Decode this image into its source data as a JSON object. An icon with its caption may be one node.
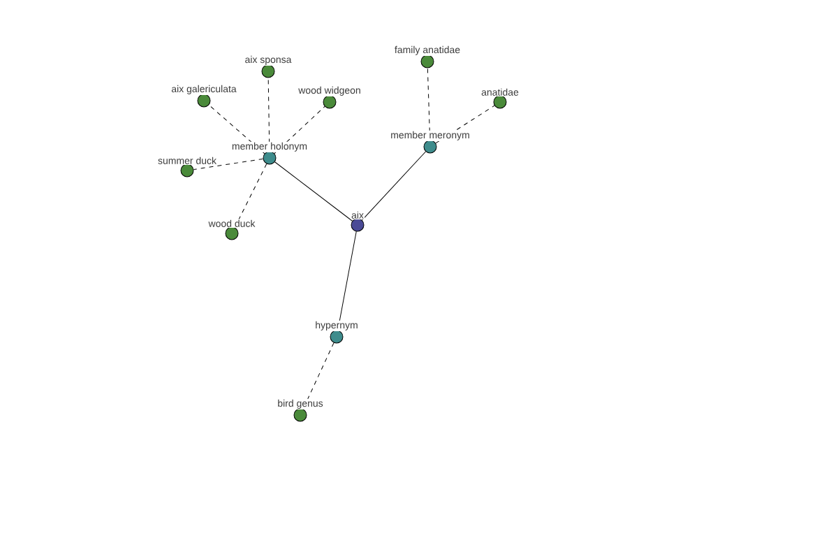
{
  "diagram": {
    "nodes": [
      {
        "text": [
          "aix"
        ]
      },
      {
        "text": [
          "member holonym"
        ]
      },
      {
        "text": [
          "member meronym"
        ]
      },
      {
        "text": [
          "hypernym"
        ]
      },
      {
        "text": [
          "aix sponsa"
        ]
      },
      {
        "text": [
          "aix galericulata"
        ]
      },
      {
        "text": [
          "wood widgeon"
        ]
      },
      {
        "text": [
          "summer duck"
        ]
      },
      {
        "text": [
          "wood duck"
        ]
      },
      {
        "text": [
          "family anatidae"
        ]
      },
      {
        "text": [
          "anatidae"
        ]
      },
      {
        "text": [
          "bird genus"
        ]
      }
    ],
    "edges": [
      {
        "from": 0,
        "to": 1,
        "arrow": "none"
      },
      {
        "from": 0,
        "to": 2,
        "arrow": "none"
      },
      {
        "from": 0,
        "to": 3,
        "arrow": "none"
      },
      {
        "from": 1,
        "to": 4,
        "arrow": "none",
        "style": "dashed"
      },
      {
        "from": 1,
        "to": 5,
        "arrow": "none",
        "style": "dashed"
      },
      {
        "from": 1,
        "to": 6,
        "arrow": "none",
        "style": "dashed"
      },
      {
        "from": 1,
        "to": 7,
        "arrow": "none",
        "style": "dashed"
      },
      {
        "from": 1,
        "to": 8,
        "arrow": "none",
        "style": "dashed"
      },
      {
        "from": 2,
        "to": 9,
        "arrow": "none",
        "style": "dashed"
      },
      {
        "from": 2,
        "to": 10,
        "arrow": "none",
        "style": "dashed"
      },
      {
        "from": 3,
        "to": 11,
        "arrow": "none",
        "style": "dashed"
      }
    ]
  }
}
